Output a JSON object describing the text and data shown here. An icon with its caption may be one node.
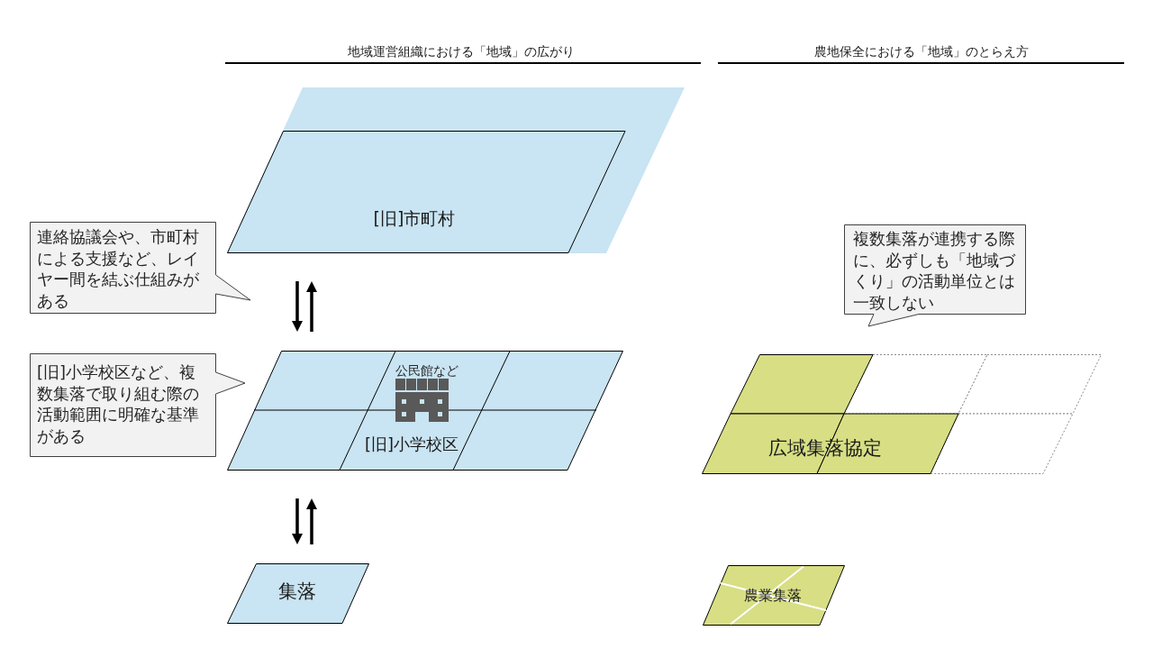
{
  "diagram": {
    "nodes": [
      {
        "text": [
          "[旧]市町村"
        ]
      },
      {
        "text": [
          "連絡協議会や、市町村による支援など、レイヤー間を結ぶ仕組みがある"
        ]
      },
      {
        "text": [
          "[旧]小学校区など、複数集落で取り組む際の活動範囲に明確な基準がある"
        ]
      },
      {
        "text": [
          "公民館など",
          "[旧]小学校区"
        ]
      },
      {
        "text": [
          "集落"
        ]
      },
      {
        "text": [
          "複数集落が連携する際に、必ずしも「地域づくり」の活動単位とは一致しない"
        ]
      },
      {
        "text": [
          "広域集落協定"
        ]
      },
      {
        "text": [
          "農業集落"
        ]
      }
    ],
    "edges": [
      {
        "from": 0,
        "to": 3,
        "arrow": "to"
      },
      {
        "from": 3,
        "to": 0,
        "arrow": "to"
      },
      {
        "from": 3,
        "to": 4,
        "arrow": "to"
      },
      {
        "from": 4,
        "to": 3,
        "arrow": "to"
      }
    ],
    "labels": [
      "地域運営組織における「地域」の広がり",
      "農地保全における「地域」のとらえ方"
    ]
  }
}
